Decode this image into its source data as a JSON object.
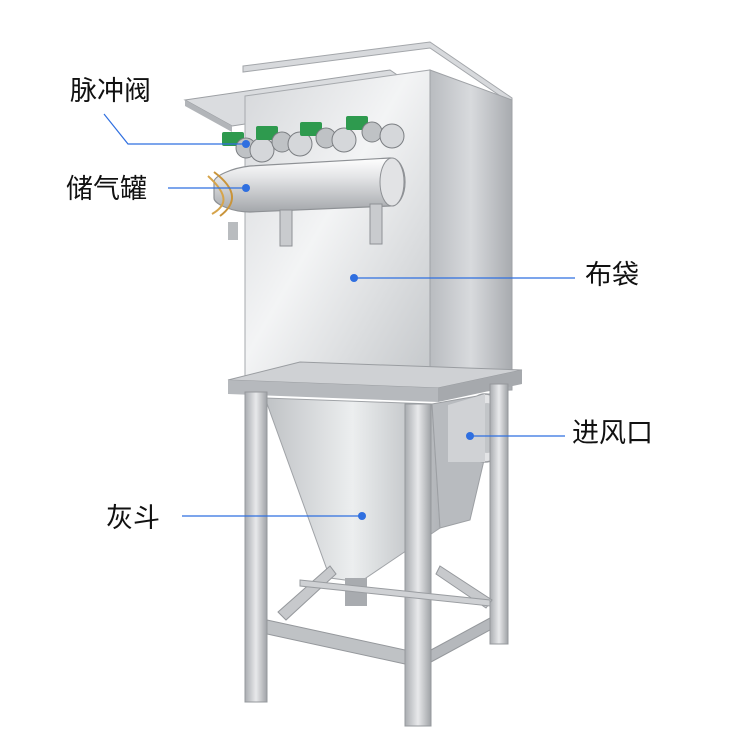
{
  "labels": {
    "pulse_valve": "脉冲阀",
    "air_tank": "储气罐",
    "filter_bag": "布袋",
    "air_inlet": "进风口",
    "ash_hopper": "灰斗"
  },
  "colors": {
    "leader_line": "#2f6fe0",
    "marker_dot": "#2f6fe0",
    "label_text": "#111111",
    "steel_light": "#e6e7e9",
    "steel_mid": "#c6c8cb",
    "steel_dark": "#9a9da1",
    "valve_green": "#2e9a4e"
  },
  "icons": {
    "machine": "pulse-bag-dust-collector-illustration"
  }
}
